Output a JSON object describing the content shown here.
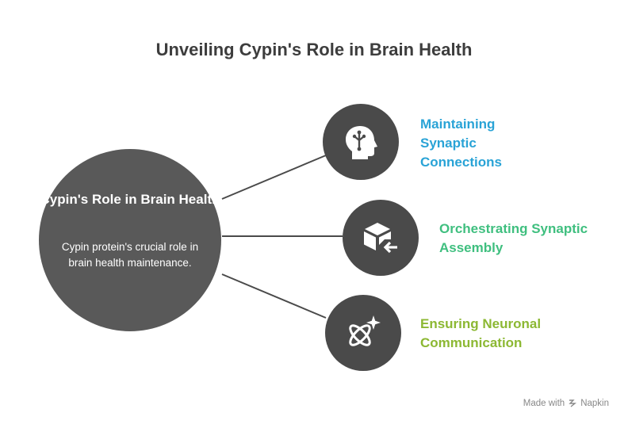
{
  "title": "Unveiling Cypin's Role in Brain Health",
  "hub": {
    "title": "Cypin's Role in Brain Health",
    "description": "Cypin protein's crucial role in brain health maintenance."
  },
  "branches": [
    {
      "label": "Maintaining Synaptic Connections",
      "color": "#29a3d6",
      "icon": "head-neuron-icon"
    },
    {
      "label": "Orchestrating Synaptic Assembly",
      "color": "#3fbf7f",
      "icon": "box-arrow-icon"
    },
    {
      "label": "Ensuring Neuronal Communication",
      "color": "#8cb833",
      "icon": "atom-sparkle-icon"
    }
  ],
  "footer": {
    "made_with": "Made with",
    "brand": "Napkin"
  }
}
